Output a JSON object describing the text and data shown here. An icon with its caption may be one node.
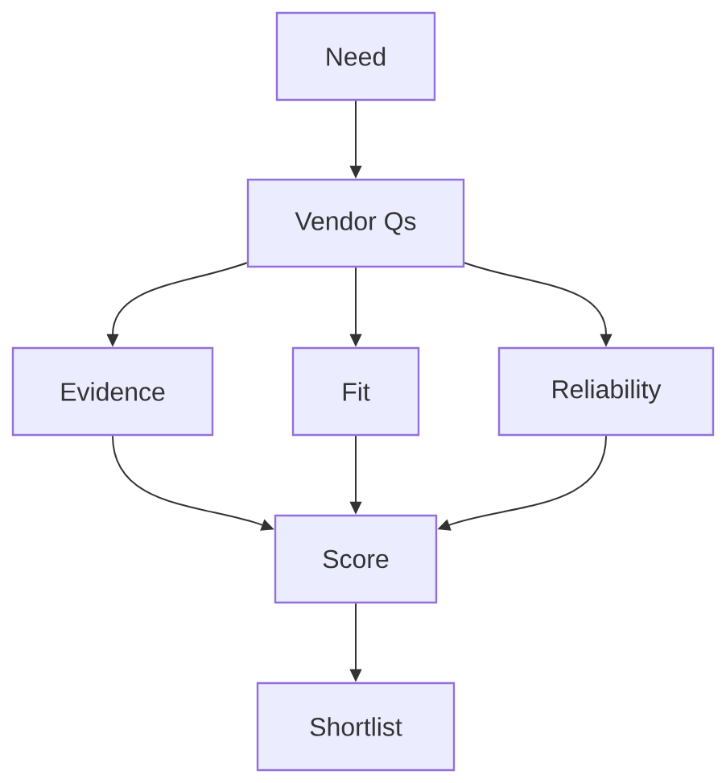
{
  "diagram": {
    "nodes": [
      {
        "text": [
          "Need"
        ]
      },
      {
        "text": [
          "Vendor Qs"
        ]
      },
      {
        "text": [
          "Evidence"
        ]
      },
      {
        "text": [
          "Fit"
        ]
      },
      {
        "text": [
          "Reliability"
        ]
      },
      {
        "text": [
          "Score"
        ]
      },
      {
        "text": [
          "Shortlist"
        ]
      }
    ],
    "edges": [
      {
        "from": 0,
        "to": 1,
        "arrow": "to"
      },
      {
        "from": 1,
        "to": 2,
        "arrow": "to"
      },
      {
        "from": 1,
        "to": 3,
        "arrow": "to"
      },
      {
        "from": 1,
        "to": 4,
        "arrow": "to"
      },
      {
        "from": 2,
        "to": 5,
        "arrow": "to"
      },
      {
        "from": 3,
        "to": 5,
        "arrow": "to"
      },
      {
        "from": 4,
        "to": 5,
        "arrow": "to"
      },
      {
        "from": 5,
        "to": 6,
        "arrow": "to"
      }
    ]
  }
}
